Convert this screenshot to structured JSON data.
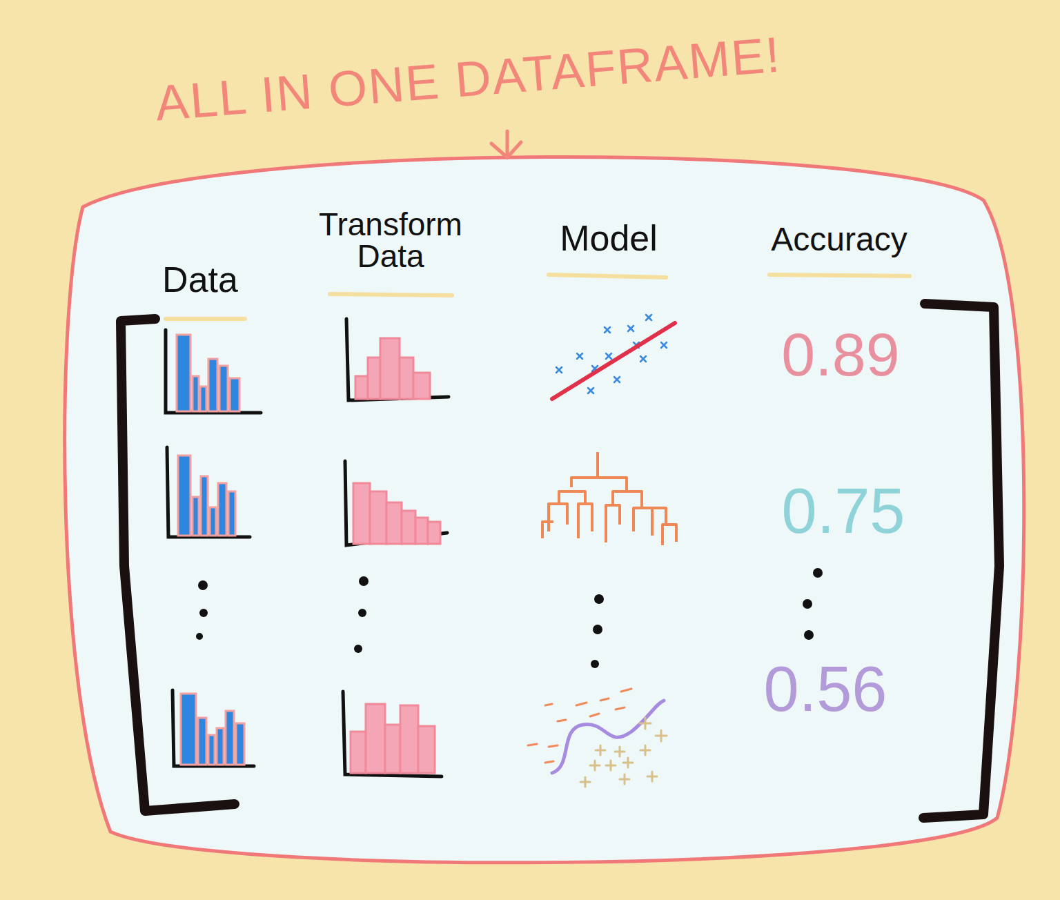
{
  "diagram": {
    "title": "ALL IN ONE DATAFRAME!",
    "labels": [
      "Data",
      "Transform Data",
      "Model",
      "Accuracy",
      "0.89",
      "0.75",
      "0.56"
    ]
  }
}
